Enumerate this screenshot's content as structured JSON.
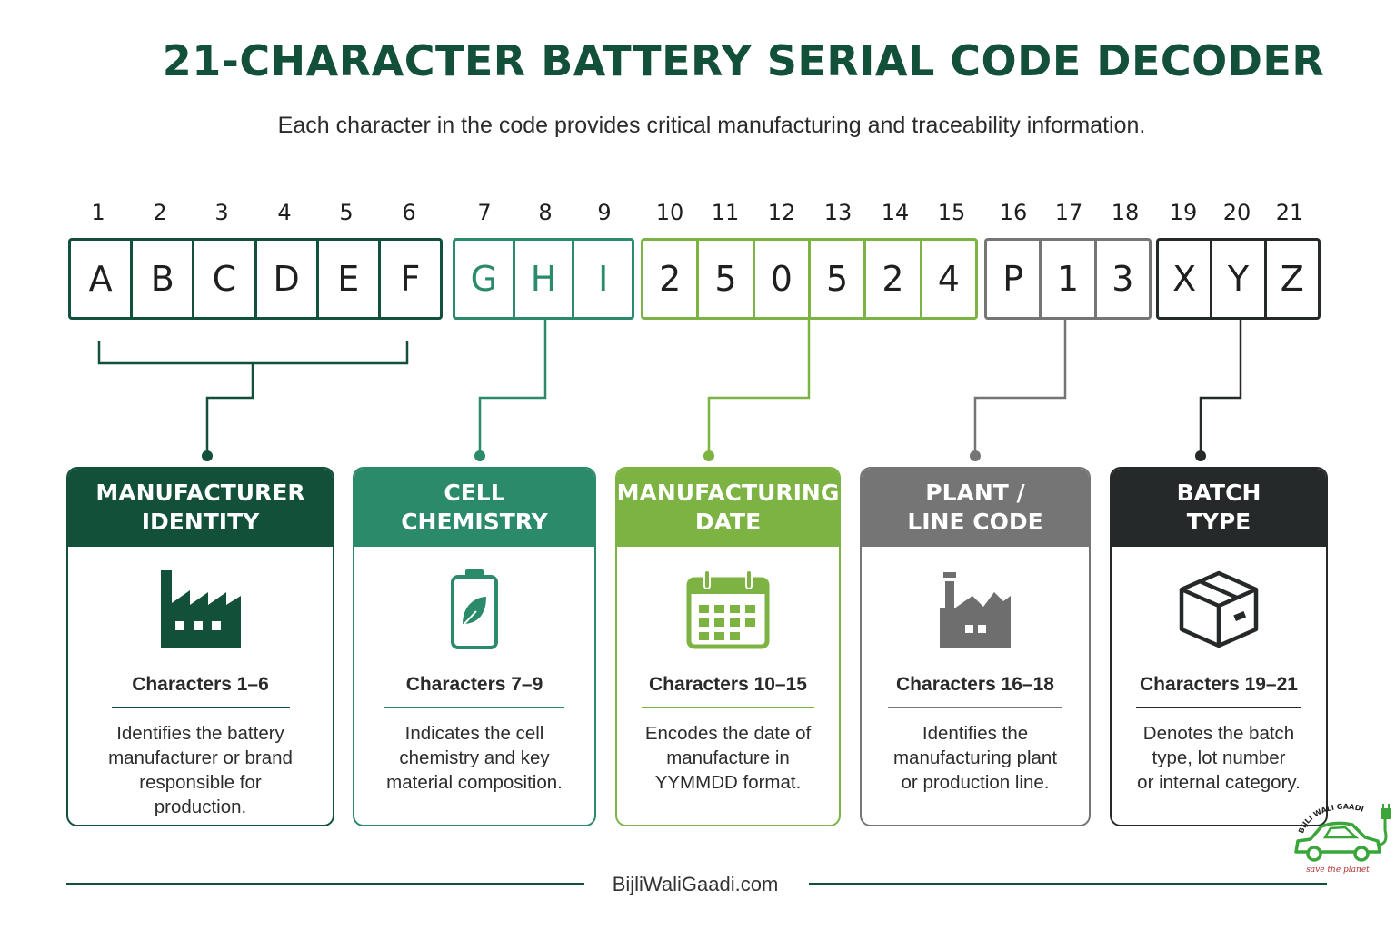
{
  "title": "21-CHARACTER BATTERY SERIAL CODE DECODER",
  "subtitle": "Each character in the code provides critical manufacturing and traceability information.",
  "positions": [
    "1",
    "2",
    "3",
    "4",
    "5",
    "6",
    "7",
    "8",
    "9",
    "10",
    "11",
    "12",
    "13",
    "14",
    "15",
    "16",
    "17",
    "18",
    "19",
    "20",
    "21"
  ],
  "groups": [
    {
      "chars": [
        "A",
        "B",
        "C",
        "D",
        "E",
        "F"
      ],
      "color": "#12503a"
    },
    {
      "chars": [
        "G",
        "H",
        "I"
      ],
      "color": "#2a8a6a"
    },
    {
      "chars": [
        "2",
        "5",
        "0",
        "5",
        "2",
        "4"
      ],
      "color": "#7cb342"
    },
    {
      "chars": [
        "P",
        "1",
        "3"
      ],
      "color": "#757575"
    },
    {
      "chars": [
        "X",
        "Y",
        "Z"
      ],
      "color": "#26292a"
    }
  ],
  "cards": [
    {
      "title_line1": "MANUFACTURER",
      "title_line2": "IDENTITY",
      "icon": "factory-icon",
      "range": "Characters 1–6",
      "description": "Identifies the battery\nmanufacturer or brand\nresponsible for\nproduction.",
      "color": "#12503a"
    },
    {
      "title_line1": "CELL",
      "title_line2": "CHEMISTRY",
      "icon": "battery-leaf-icon",
      "range": "Characters 7–9",
      "description": "Indicates the cell\nchemistry and key\nmaterial composition.",
      "color": "#2a8a6a"
    },
    {
      "title_line1": "MANUFACTURING",
      "title_line2": "DATE",
      "icon": "calendar-icon",
      "range": "Characters 10–15",
      "description": "Encodes the date of\nmanufacture in\nYYMMDD format.",
      "color": "#7cb342"
    },
    {
      "title_line1": "PLANT /",
      "title_line2": "LINE CODE",
      "icon": "plant-icon",
      "range": "Characters 16–18",
      "description": "Identifies the\nmanufacturing plant\nor production line.",
      "color": "#757575"
    },
    {
      "title_line1": "BATCH",
      "title_line2": "TYPE",
      "icon": "box-icon",
      "range": "Characters 19–21",
      "description": "Denotes the batch\ntype, lot number\nor internal category.",
      "color": "#26292a"
    }
  ],
  "footer": "BijliWaliGaadi.com",
  "logo": {
    "top_text": "BIJLI WALI GAADI",
    "tagline": "save the planet",
    "color": "#3aa63a"
  }
}
